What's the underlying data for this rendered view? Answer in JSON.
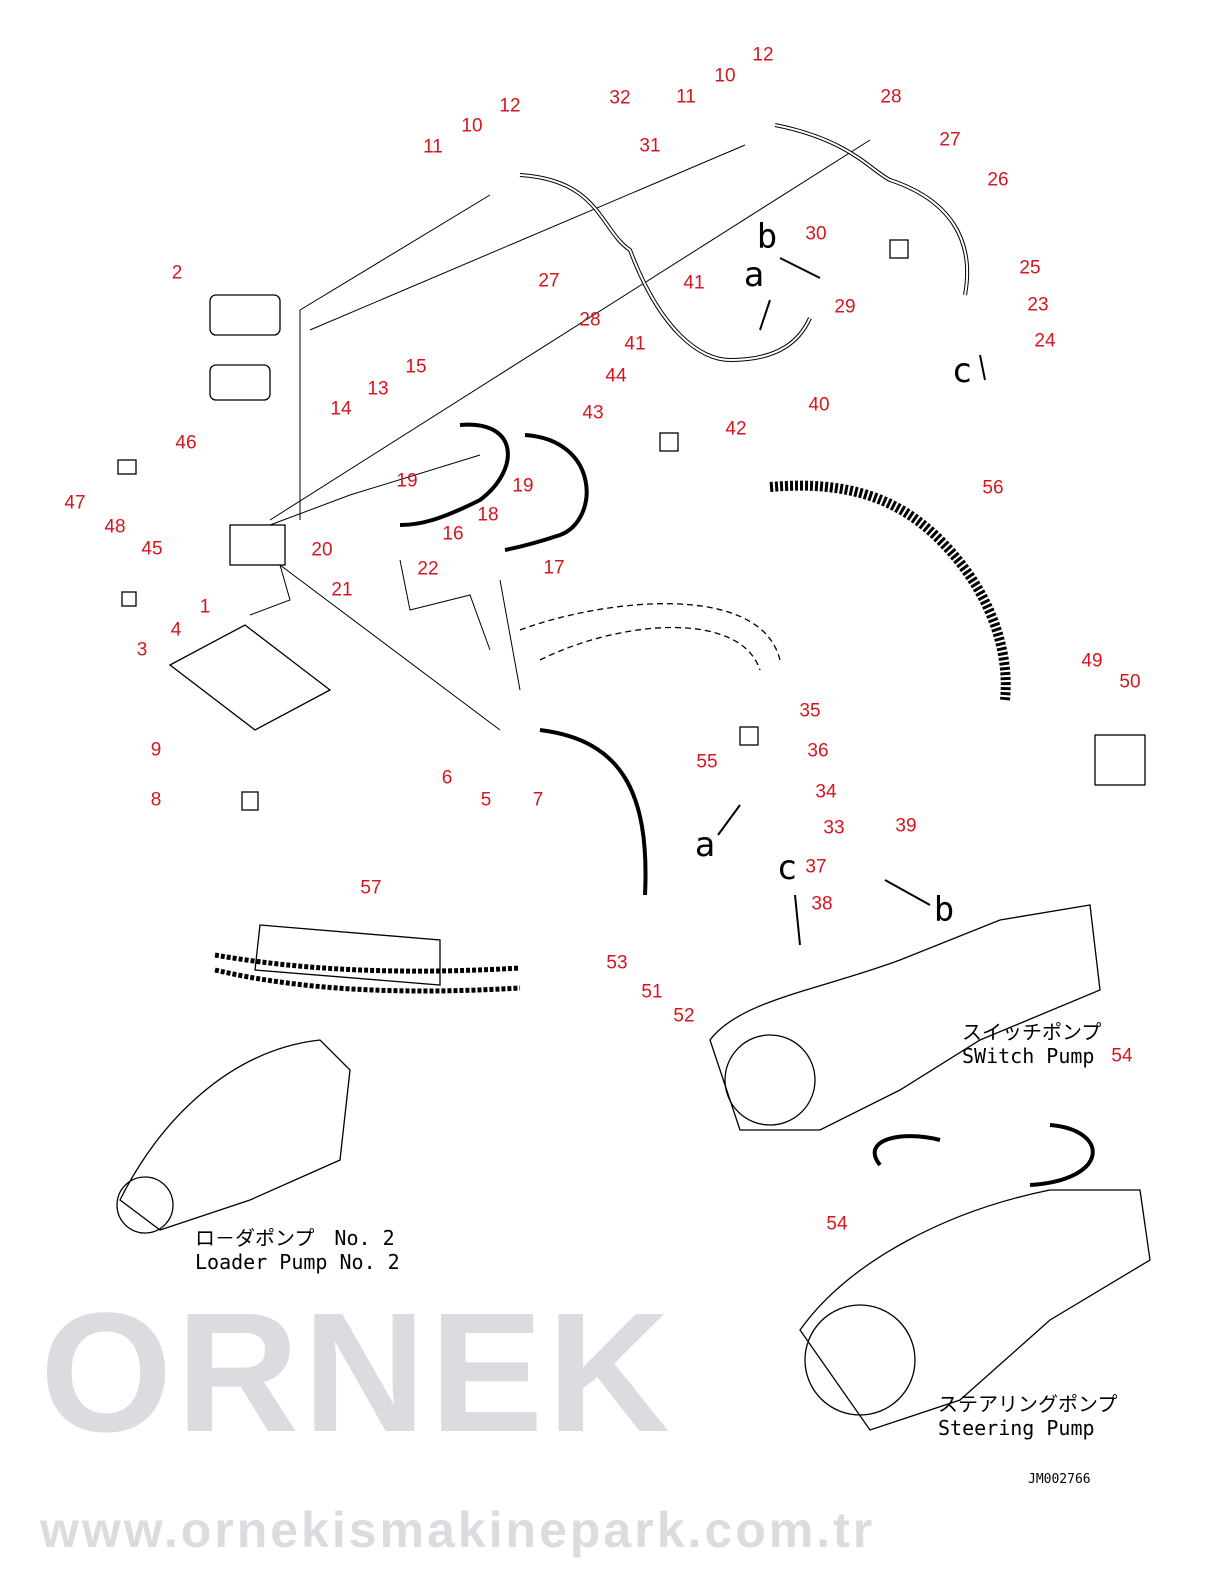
{
  "watermark": {
    "brand": "ORNEK",
    "url": "www.ornekismakinepark.com.tr"
  },
  "callouts": [
    "12",
    "10",
    "11",
    "32",
    "12",
    "10",
    "11",
    "31",
    "28",
    "27",
    "26",
    "30",
    "29",
    "25",
    "23",
    "24",
    "41",
    "27",
    "28",
    "41",
    "44",
    "43",
    "42",
    "40",
    "2",
    "15",
    "13",
    "14",
    "19",
    "19",
    "18",
    "16",
    "46",
    "47",
    "48",
    "45",
    "20",
    "22",
    "21",
    "17",
    "1",
    "4",
    "3",
    "56",
    "49",
    "50",
    "35",
    "55",
    "36",
    "9",
    "6",
    "5",
    "7",
    "8",
    "34",
    "33",
    "39",
    "37",
    "38",
    "57",
    "53",
    "51",
    "52",
    "54",
    "54"
  ],
  "view_letters": [
    "b",
    "c",
    "a",
    "a",
    "c",
    "b"
  ],
  "captions": {
    "switch_pump_jp": "スイッチポンプ",
    "switch_pump_en": "SWitch Pump",
    "loader_pump_jp": "ロ－ダポンプ　No. 2",
    "loader_pump_en": "Loader Pump No. 2",
    "steering_pump_jp": "ステアリングポンプ",
    "steering_pump_en": "Steering Pump"
  },
  "drawing_code": "JM002766"
}
